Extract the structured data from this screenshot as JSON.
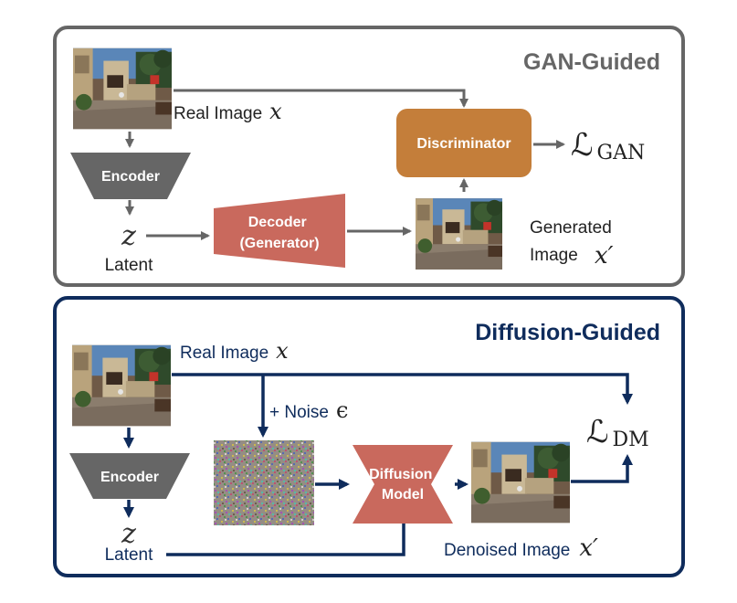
{
  "colors": {
    "gan_frame": "#666666",
    "diffusion_frame": "#0f2c5c",
    "encoder": "#666666",
    "decoder": "#c9695d",
    "discriminator": "#c47e3a",
    "diffusion_model": "#c9695d",
    "gan_arrow": "#666666",
    "diffusion_arrow": "#0f2c5c"
  },
  "gan": {
    "title": "GAN-Guided",
    "real_image_label": "Real Image",
    "real_image_var": "x",
    "encoder_label": "Encoder",
    "latent_var": "z",
    "latent_label": "Latent",
    "decoder_line1": "Decoder",
    "decoder_line2": "(Generator)",
    "discriminator_label": "Discriminator",
    "loss_symbol": "ℒ",
    "loss_sub": "GAN",
    "generated_line1": "Generated",
    "generated_line2": "Image",
    "generated_var": "x′"
  },
  "diffusion": {
    "title": "Diffusion-Guided",
    "real_image_label": "Real Image",
    "real_image_var": "x",
    "noise_label": "+ Noise",
    "noise_var": "ϵ",
    "encoder_label": "Encoder",
    "latent_var": "z",
    "latent_label": "Latent",
    "model_line1": "Diffusion",
    "model_line2": "Model",
    "loss_symbol": "ℒ",
    "loss_sub": "DM",
    "denoised_label": "Denoised Image",
    "denoised_var": "x′"
  }
}
